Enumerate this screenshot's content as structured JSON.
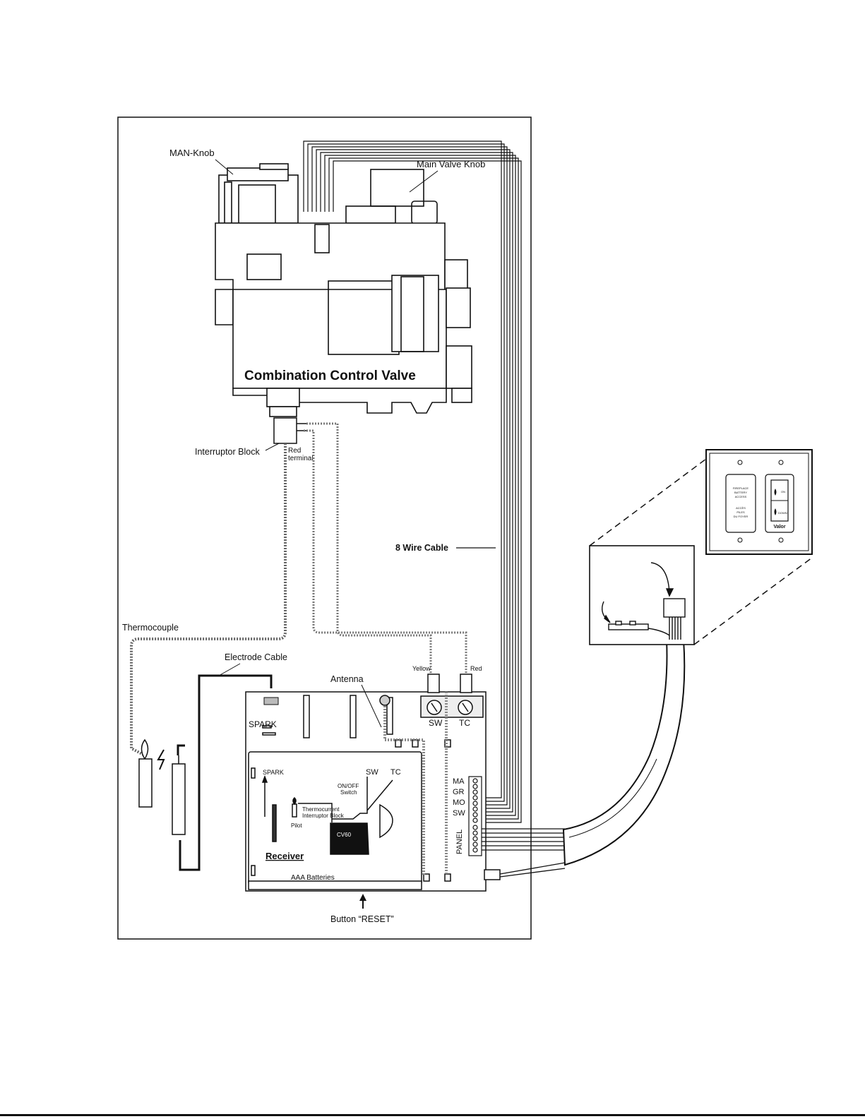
{
  "labels": {
    "man_knob": "MAN-Knob",
    "main_valve_knob": "Main Valve Knob",
    "combination_control_valve": "Combination Control Valve",
    "interruptor_block": "Interruptor Block",
    "red_terminal_line1": "Red",
    "red_terminal_line2": "terminal",
    "eight_wire_cable": "8 Wire Cable",
    "thermocouple": "Thermocouple",
    "electrode_cable": "Electrode Cable",
    "antenna": "Antenna",
    "yellow": "Yellow",
    "red": "Red",
    "sw_terminal": "SW",
    "tc_terminal": "TC",
    "spark": "SPARK",
    "receiver": "Receiver",
    "aaa_batteries": "AAA Batteries",
    "button_reset": "Button “RESET”",
    "panel": "PANEL"
  },
  "receiver_label": {
    "spark": "SPARK",
    "sw": "SW",
    "tc": "TC",
    "onoff_line1": "ON/OFF",
    "onoff_line2": "Switch",
    "thermocurrent_line1": "Thermocurrent",
    "thermocurrent_line2": "Interruptor Block",
    "pilot": "Pilot",
    "cv60": "CV60"
  },
  "pins": [
    "MA",
    "GR",
    "MO",
    "SW"
  ],
  "wall_plate": {
    "left_line1": "FIREPLACE",
    "left_line2": "BATTERY",
    "left_line3": "ACCESS",
    "left_line4": "ACCÈS",
    "left_line5": "PILES",
    "left_line6": "DU FOYER",
    "on_label": "ON",
    "down_label": "DOWN",
    "brand": "Valor"
  },
  "colors": {
    "ink": "#111111",
    "paper": "#ffffff",
    "shade": "#dcdcdc",
    "mid": "#999999"
  }
}
